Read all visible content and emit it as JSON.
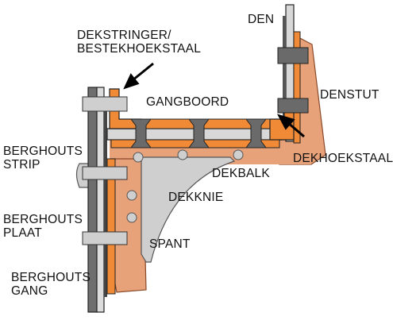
{
  "labels": {
    "den": "DEN",
    "dekstringer_line1": "DEKSTRINGER/",
    "dekstringer_line2": "BESTEKHOEKSTAAL",
    "gangboord": "GANGBOORD",
    "denstut": "DENSTUT",
    "dekhoekstaal": "DEKHOEKSTAAL",
    "berghouts_strip_line1": "BERGHOUTS",
    "berghouts_strip_line2": "STRIP",
    "dekbalk": "DEKBALK",
    "dekknie": "DEKKNIE",
    "berghouts_plaat_line1": "BERGHOUTS",
    "berghouts_plaat_line2": "PLAAT",
    "spant": "SPANT",
    "berghouts_gang_line1": "BERGHOUTS",
    "berghouts_gang_line2": "GANG"
  },
  "colors": {
    "copper": "#e8a27a",
    "orange": "#f08a36",
    "steel_gray": "#cfcfcf",
    "dark_gray": "#6e6e6e",
    "outline": "#222222"
  }
}
